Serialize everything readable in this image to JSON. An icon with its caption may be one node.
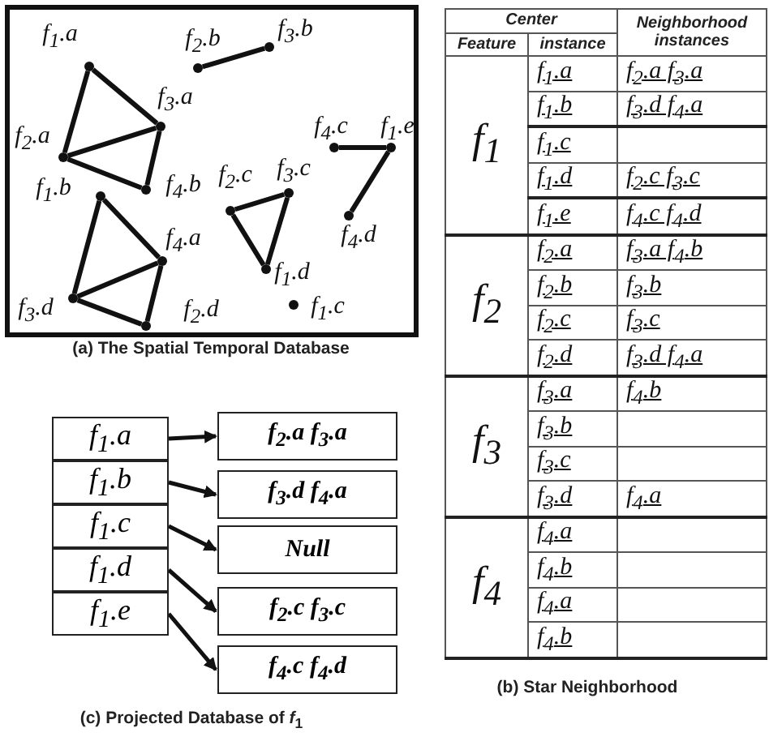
{
  "diagram": {
    "nodes": [
      {
        "text": [],
        "shape": "circle",
        "beside": [
          "f$_{1}$.a"
        ]
      },
      {
        "text": [],
        "shape": "circle",
        "beside": [
          "f$_{2}$.b"
        ]
      },
      {
        "text": [],
        "shape": "circle",
        "beside": [
          "f$_{3}$.b"
        ]
      },
      {
        "text": [],
        "shape": "circle",
        "beside": [
          "f$_{3}$.a"
        ]
      },
      {
        "text": [],
        "shape": "circle",
        "beside": [
          "f$_{2}$.a"
        ]
      },
      {
        "text": [],
        "shape": "circle",
        "beside": [
          "f$_{4}$.c"
        ]
      },
      {
        "text": [],
        "shape": "circle",
        "beside": [
          "f$_{1}$.e"
        ]
      },
      {
        "text": [],
        "shape": "circle",
        "beside": [
          "f$_{4}$.b"
        ]
      },
      {
        "text": [],
        "shape": "circle",
        "beside": [
          "f$_{1}$.b"
        ]
      },
      {
        "text": [],
        "shape": "circle",
        "beside": [
          "f$_{2}$.c"
        ]
      },
      {
        "text": [],
        "shape": "circle",
        "beside": [
          "f$_{3}$.c"
        ]
      },
      {
        "text": [],
        "shape": "circle",
        "beside": [
          "f$_{4}$.d"
        ]
      },
      {
        "text": [],
        "shape": "circle",
        "beside": [
          "f$_{4}$.a"
        ]
      },
      {
        "text": [],
        "shape": "circle",
        "beside": [
          "f$_{1}$.d"
        ]
      },
      {
        "text": [],
        "shape": "circle",
        "beside": [
          "f$_{3}$.d"
        ]
      },
      {
        "text": [],
        "shape": "circle",
        "beside": [
          "f$_{1}$.c"
        ]
      },
      {
        "text": [],
        "shape": "circle",
        "beside": [
          "f$_{2}$.d"
        ]
      },
      {
        "text": [
          "f$_{1}$.a"
        ]
      },
      {
        "text": [
          "f$_{1}$.b"
        ]
      },
      {
        "text": [
          "f$_{1}$.c"
        ]
      },
      {
        "text": [
          "f$_{1}$.d"
        ]
      },
      {
        "text": [
          "f$_{1}$.e"
        ]
      },
      {
        "text": [
          "f$_{2}$.a f$_{3}$.a"
        ]
      },
      {
        "text": [
          "f$_{3}$.d f$_{4}$.a"
        ]
      },
      {
        "text": [
          "Null"
        ]
      },
      {
        "text": [
          "f$_{2}$.c f$_{3}$.c"
        ]
      },
      {
        "text": [
          "f$_{4}$.c f$_{4}$.d"
        ]
      }
    ],
    "edges": [
      {
        "from": 0,
        "to": 3,
        "arrow": "none"
      },
      {
        "from": 0,
        "to": 4,
        "arrow": "none"
      },
      {
        "from": 4,
        "to": 3,
        "arrow": "none"
      },
      {
        "from": 4,
        "to": 7,
        "arrow": "none"
      },
      {
        "from": 3,
        "to": 7,
        "arrow": "none"
      },
      {
        "from": 8,
        "to": 12,
        "arrow": "none"
      },
      {
        "from": 8,
        "to": 14,
        "arrow": "none"
      },
      {
        "from": 14,
        "to": 12,
        "arrow": "none"
      },
      {
        "from": 14,
        "to": 16,
        "arrow": "none"
      },
      {
        "from": 12,
        "to": 16,
        "arrow": "none"
      },
      {
        "from": 1,
        "to": 2,
        "arrow": "none"
      },
      {
        "from": 9,
        "to": 10,
        "arrow": "none"
      },
      {
        "from": 9,
        "to": 13,
        "arrow": "none"
      },
      {
        "from": 10,
        "to": 13,
        "arrow": "none"
      },
      {
        "from": 5,
        "to": 6,
        "arrow": "none"
      },
      {
        "from": 6,
        "to": 11,
        "arrow": "none"
      },
      {
        "from": 17,
        "to": 22,
        "arrow": "to"
      },
      {
        "from": 18,
        "to": 23,
        "arrow": "to"
      },
      {
        "from": 19,
        "to": 24,
        "arrow": "to"
      },
      {
        "from": 20,
        "to": 25,
        "arrow": "to"
      },
      {
        "from": 21,
        "to": 26,
        "arrow": "to"
      }
    ],
    "labels": [
      "(a) The Spatial Temporal Database",
      "Center",
      "Neighborhood instances",
      "Feature",
      "instance",
      "f$_{1}$",
      "f$_{1}$.a",
      "f$_{2}$.a f$_{3}$.a",
      "f$_{1}$.b",
      "f$_{3}$.d f$_{4}$.a",
      "f$_{1}$.c",
      "f$_{1}$.d",
      "f$_{2}$.c f$_{3}$.c",
      "f$_{1}$.e",
      "f$_{4}$.c f$_{4}$.d",
      "f$_{2}$",
      "f$_{2}$.a",
      "f$_{3}$.a f$_{4}$.b",
      "f$_{2}$.b",
      "f$_{3}$.b",
      "f$_{2}$.c",
      "f$_{3}$.c",
      "f$_{2}$.d",
      "f$_{3}$.d f$_{4}$.a",
      "f$_{3}$",
      "f$_{3}$.a",
      "f$_{4}$.b",
      "f$_{3}$.b",
      "f$_{3}$.c",
      "f$_{3}$.d",
      "f$_{4}$.a",
      "f$_{4}$",
      "f$_{4}$.a",
      "f$_{4}$.b",
      "f$_{4}$.a",
      "f$_{4}$.b",
      "(b) Star Neighborhood",
      "(c) Projected Database of *f*$_{1}$"
    ]
  }
}
